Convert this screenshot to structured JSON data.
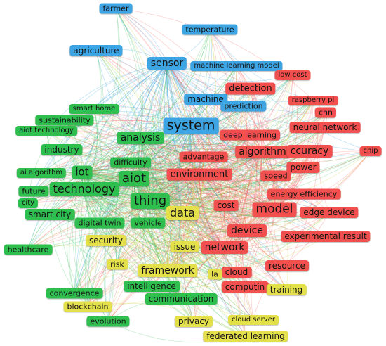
{
  "colors": {
    "blue": "#3da5e4",
    "green": "#2fbf4f",
    "red": "#f2504e",
    "yellow": "#e3e04b"
  },
  "nodes": [
    {
      "id": "farmer",
      "label": "farmer",
      "cluster": "blue"
    },
    {
      "id": "temperature",
      "label": "temperature",
      "cluster": "blue"
    },
    {
      "id": "agriculture",
      "label": "agriculture",
      "cluster": "blue"
    },
    {
      "id": "sensor",
      "label": "sensor",
      "cluster": "blue"
    },
    {
      "id": "machine-learning-model",
      "label": "machine learning model",
      "cluster": "blue"
    },
    {
      "id": "machine",
      "label": "machine",
      "cluster": "blue"
    },
    {
      "id": "prediction",
      "label": "prediction",
      "cluster": "blue"
    },
    {
      "id": "system",
      "label": "system",
      "cluster": "blue"
    },
    {
      "id": "low-cost",
      "label": "low cost",
      "cluster": "red"
    },
    {
      "id": "detection",
      "label": "detection",
      "cluster": "red"
    },
    {
      "id": "raspberry-pi",
      "label": "raspberry pi",
      "cluster": "red"
    },
    {
      "id": "cnn",
      "label": "cnn",
      "cluster": "red"
    },
    {
      "id": "neural-network",
      "label": "neural network",
      "cluster": "red"
    },
    {
      "id": "deep-learning",
      "label": "deep learning",
      "cluster": "red"
    },
    {
      "id": "algorithm",
      "label": "algorithm",
      "cluster": "red"
    },
    {
      "id": "accuracy",
      "label": "ccuracy",
      "cluster": "red"
    },
    {
      "id": "chip",
      "label": "chip",
      "cluster": "red"
    },
    {
      "id": "advantage",
      "label": "advantage",
      "cluster": "red"
    },
    {
      "id": "environment",
      "label": "environment",
      "cluster": "red"
    },
    {
      "id": "power",
      "label": "power",
      "cluster": "red"
    },
    {
      "id": "speed",
      "label": "speed",
      "cluster": "red"
    },
    {
      "id": "energy-efficiency",
      "label": "energy efficiency",
      "cluster": "red"
    },
    {
      "id": "cost",
      "label": "cost",
      "cluster": "red"
    },
    {
      "id": "model",
      "label": "model",
      "cluster": "red"
    },
    {
      "id": "edge-device",
      "label": "edge device",
      "cluster": "red"
    },
    {
      "id": "device",
      "label": "device",
      "cluster": "red"
    },
    {
      "id": "experimental-result",
      "label": "experimental result",
      "cluster": "red"
    },
    {
      "id": "network",
      "label": "network",
      "cluster": "red"
    },
    {
      "id": "resource",
      "label": "resource",
      "cluster": "red"
    },
    {
      "id": "cloud",
      "label": "cloud",
      "cluster": "red"
    },
    {
      "id": "computing",
      "label": "computin",
      "cluster": "red"
    },
    {
      "id": "smart-home",
      "label": "smart home",
      "cluster": "green"
    },
    {
      "id": "sustainability",
      "label": "sustainability",
      "cluster": "green"
    },
    {
      "id": "aiot-technology",
      "label": "aiot technology",
      "cluster": "green"
    },
    {
      "id": "analysis",
      "label": "analysis",
      "cluster": "green"
    },
    {
      "id": "industry",
      "label": "industry",
      "cluster": "green"
    },
    {
      "id": "difficulty",
      "label": "difficulty",
      "cluster": "green"
    },
    {
      "id": "ai-algorithm",
      "label": "ai algorithm",
      "cluster": "green"
    },
    {
      "id": "iot",
      "label": "iot",
      "cluster": "green"
    },
    {
      "id": "aiot",
      "label": "aiot",
      "cluster": "green"
    },
    {
      "id": "technology",
      "label": "technology",
      "cluster": "green"
    },
    {
      "id": "future",
      "label": "future",
      "cluster": "green"
    },
    {
      "id": "city",
      "label": "city",
      "cluster": "green"
    },
    {
      "id": "thing",
      "label": "thing",
      "cluster": "green"
    },
    {
      "id": "smart-city",
      "label": "smart city",
      "cluster": "green"
    },
    {
      "id": "digital-twin",
      "label": "digital twin",
      "cluster": "green"
    },
    {
      "id": "vehicle",
      "label": "vehicle",
      "cluster": "green"
    },
    {
      "id": "healthcare",
      "label": "healthcare",
      "cluster": "green"
    },
    {
      "id": "intelligence",
      "label": "intelligence",
      "cluster": "green"
    },
    {
      "id": "convergence",
      "label": "convergence",
      "cluster": "green"
    },
    {
      "id": "communication",
      "label": "communication",
      "cluster": "green"
    },
    {
      "id": "evolution",
      "label": "evolution",
      "cluster": "green"
    },
    {
      "id": "data",
      "label": "data",
      "cluster": "yellow"
    },
    {
      "id": "security",
      "label": "security",
      "cluster": "yellow"
    },
    {
      "id": "issue",
      "label": "issue",
      "cluster": "yellow"
    },
    {
      "id": "risk",
      "label": "risk",
      "cluster": "yellow"
    },
    {
      "id": "framework",
      "label": "framework",
      "cluster": "yellow"
    },
    {
      "id": "la",
      "label": "la",
      "cluster": "yellow"
    },
    {
      "id": "training",
      "label": "training",
      "cluster": "yellow"
    },
    {
      "id": "blockchain",
      "label": "blockchain",
      "cluster": "yellow"
    },
    {
      "id": "privacy",
      "label": "privacy",
      "cluster": "yellow"
    },
    {
      "id": "cloud-server",
      "label": "cloud server",
      "cluster": "yellow"
    },
    {
      "id": "federated-learning",
      "label": "federated learning",
      "cluster": "yellow"
    }
  ]
}
